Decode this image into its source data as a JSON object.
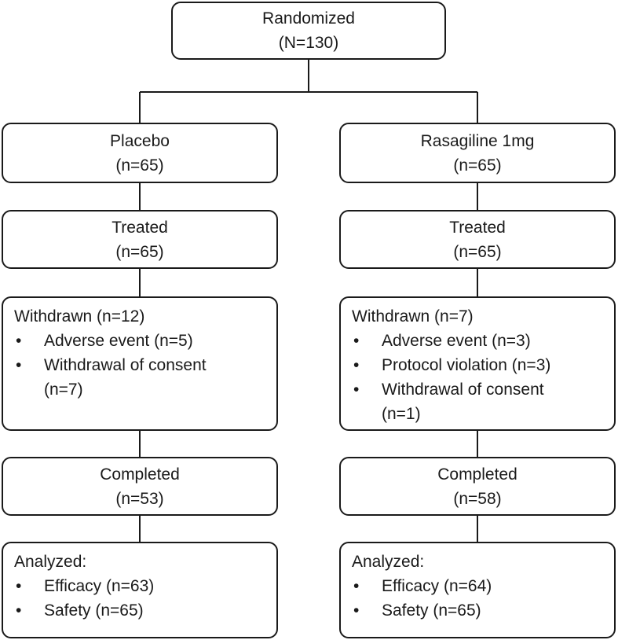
{
  "randomized": {
    "title": "Randomized",
    "count": "(N=130)"
  },
  "placebo_arm": {
    "group": {
      "title": "Placebo",
      "count": "(n=65)"
    },
    "treated": {
      "title": "Treated",
      "count": "(n=65)"
    },
    "withdrawn": {
      "heading": "Withdrawn (n=12)",
      "items": [
        {
          "bullet": "•",
          "line1": "Adverse event (n=5)",
          "line2": ""
        },
        {
          "bullet": "•",
          "line1": "Withdrawal of consent",
          "line2": "(n=7)"
        }
      ]
    },
    "completed": {
      "title": "Completed",
      "count": "(n=53)"
    },
    "analyzed": {
      "heading": "Analyzed:",
      "items": [
        {
          "bullet": "•",
          "text": "Efficacy (n=63)"
        },
        {
          "bullet": "•",
          "text": "Safety (n=65)"
        }
      ]
    }
  },
  "rasagiline_arm": {
    "group": {
      "title": "Rasagiline 1mg",
      "count": "(n=65)"
    },
    "treated": {
      "title": "Treated",
      "count": "(n=65)"
    },
    "withdrawn": {
      "heading": "Withdrawn (n=7)",
      "items": [
        {
          "bullet": "•",
          "line1": "Adverse event (n=3)",
          "line2": ""
        },
        {
          "bullet": "•",
          "line1": "Protocol violation (n=3)",
          "line2": ""
        },
        {
          "bullet": "•",
          "line1": "Withdrawal of consent",
          "line2": "(n=1)"
        }
      ]
    },
    "completed": {
      "title": "Completed",
      "count": "(n=58)"
    },
    "analyzed": {
      "heading": "Analyzed:",
      "items": [
        {
          "bullet": "•",
          "text": "Efficacy (n=64)"
        },
        {
          "bullet": "•",
          "text": "Safety (n=65)"
        }
      ]
    }
  }
}
